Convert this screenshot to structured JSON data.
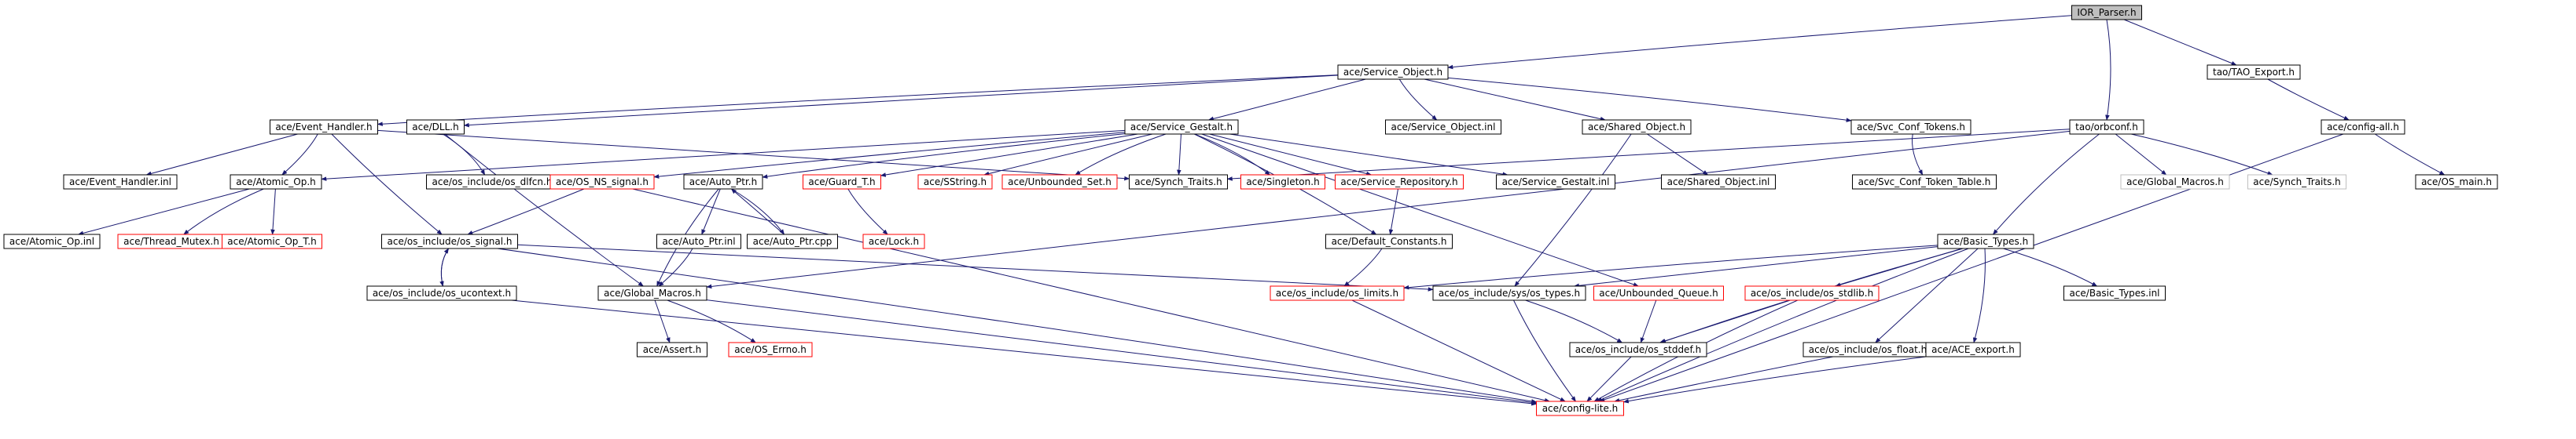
{
  "colors": {
    "edge": "#191970",
    "normal_border": "#000000",
    "missing_border": "#ff0000",
    "missing_text": "#ff0000",
    "external_border": "#bfbfbf",
    "external_text": "#808080",
    "root_fill": "#bfbfbf",
    "node_fill": "#ffffff"
  },
  "graph": {
    "nodes": [
      {
        "id": "ior_parser",
        "label": "IOR_Parser.h",
        "style": "root"
      },
      {
        "id": "service_object",
        "label": "ace/Service_Object.h",
        "style": "normal"
      },
      {
        "id": "tao_export",
        "label": "tao/TAO_Export.h",
        "style": "normal"
      },
      {
        "id": "event_handler",
        "label": "ace/Event_Handler.h",
        "style": "normal"
      },
      {
        "id": "dll",
        "label": "ace/DLL.h",
        "style": "normal"
      },
      {
        "id": "service_gestalt",
        "label": "ace/Service_Gestalt.h",
        "style": "normal"
      },
      {
        "id": "service_object_inl",
        "label": "ace/Service_Object.inl",
        "style": "normal"
      },
      {
        "id": "shared_object",
        "label": "ace/Shared_Object.h",
        "style": "normal"
      },
      {
        "id": "svc_conf_tokens",
        "label": "ace/Svc_Conf_Tokens.h",
        "style": "normal"
      },
      {
        "id": "orbconf",
        "label": "tao/orbconf.h",
        "style": "normal"
      },
      {
        "id": "config_all",
        "label": "ace/config-all.h",
        "style": "normal"
      },
      {
        "id": "event_handler_inl",
        "label": "ace/Event_Handler.inl",
        "style": "normal"
      },
      {
        "id": "atomic_op",
        "label": "ace/Atomic_Op.h",
        "style": "normal"
      },
      {
        "id": "os_dlfcn",
        "label": "ace/os_include/os_dlfcn.h",
        "style": "normal"
      },
      {
        "id": "os_ns_signal",
        "label": "ace/OS_NS_signal.h",
        "style": "missing"
      },
      {
        "id": "auto_ptr",
        "label": "ace/Auto_Ptr.h",
        "style": "normal"
      },
      {
        "id": "guard_t",
        "label": "ace/Guard_T.h",
        "style": "missing"
      },
      {
        "id": "sstring",
        "label": "ace/SString.h",
        "style": "missing"
      },
      {
        "id": "unbounded_set",
        "label": "ace/Unbounded_Set.h",
        "style": "missing"
      },
      {
        "id": "synch_traits",
        "label": "ace/Synch_Traits.h",
        "style": "normal"
      },
      {
        "id": "singleton",
        "label": "ace/Singleton.h",
        "style": "missing"
      },
      {
        "id": "service_repository",
        "label": "ace/Service_Repository.h",
        "style": "missing"
      },
      {
        "id": "service_gestalt_inl",
        "label": "ace/Service_Gestalt.inl",
        "style": "normal"
      },
      {
        "id": "shared_object_inl",
        "label": "ace/Shared_Object.inl",
        "style": "normal"
      },
      {
        "id": "svc_conf_token_table",
        "label": "ace/Svc_Conf_Token_Table.h",
        "style": "normal"
      },
      {
        "id": "global_macros_ext",
        "label": "ace/Global_Macros.h",
        "style": "external"
      },
      {
        "id": "synch_traits_ext",
        "label": "ace/Synch_Traits.h",
        "style": "external"
      },
      {
        "id": "os_main",
        "label": "ace/OS_main.h",
        "style": "normal"
      },
      {
        "id": "atomic_op_inl",
        "label": "ace/Atomic_Op.inl",
        "style": "normal"
      },
      {
        "id": "thread_mutex",
        "label": "ace/Thread_Mutex.h",
        "style": "missing"
      },
      {
        "id": "atomic_op_t",
        "label": "ace/Atomic_Op_T.h",
        "style": "missing"
      },
      {
        "id": "os_signal",
        "label": "ace/os_include/os_signal.h",
        "style": "normal"
      },
      {
        "id": "auto_ptr_inl",
        "label": "ace/Auto_Ptr.inl",
        "style": "normal"
      },
      {
        "id": "auto_ptr_cpp",
        "label": "ace/Auto_Ptr.cpp",
        "style": "normal"
      },
      {
        "id": "lock",
        "label": "ace/Lock.h",
        "style": "missing"
      },
      {
        "id": "default_constants",
        "label": "ace/Default_Constants.h",
        "style": "normal"
      },
      {
        "id": "basic_types",
        "label": "ace/Basic_Types.h",
        "style": "normal"
      },
      {
        "id": "basic_types_inl",
        "label": "ace/Basic_Types.inl",
        "style": "normal"
      },
      {
        "id": "os_ucontext",
        "label": "ace/os_include/os_ucontext.h",
        "style": "normal"
      },
      {
        "id": "global_macros",
        "label": "ace/Global_Macros.h",
        "style": "normal"
      },
      {
        "id": "os_limits",
        "label": "ace/os_include/os_limits.h",
        "style": "missing"
      },
      {
        "id": "os_types",
        "label": "ace/os_include/sys/os_types.h",
        "style": "normal"
      },
      {
        "id": "unbounded_queue",
        "label": "ace/Unbounded_Queue.h",
        "style": "missing"
      },
      {
        "id": "os_stdlib",
        "label": "ace/os_include/os_stdlib.h",
        "style": "missing"
      },
      {
        "id": "assert",
        "label": "ace/Assert.h",
        "style": "normal"
      },
      {
        "id": "os_errno",
        "label": "ace/OS_Errno.h",
        "style": "missing"
      },
      {
        "id": "os_stddef",
        "label": "ace/os_include/os_stddef.h",
        "style": "normal"
      },
      {
        "id": "os_float",
        "label": "ace/os_include/os_float.h",
        "style": "normal"
      },
      {
        "id": "ace_export",
        "label": "ace/ACE_export.h",
        "style": "normal"
      },
      {
        "id": "config_lite",
        "label": "ace/config-lite.h",
        "style": "missing"
      }
    ],
    "edges": [
      [
        "ior_parser",
        "service_object"
      ],
      [
        "ior_parser",
        "tao_export"
      ],
      [
        "ior_parser",
        "orbconf"
      ],
      [
        "service_object",
        "event_handler"
      ],
      [
        "service_object",
        "dll"
      ],
      [
        "service_object",
        "service_gestalt"
      ],
      [
        "service_object",
        "service_object_inl"
      ],
      [
        "service_object",
        "shared_object"
      ],
      [
        "service_object",
        "svc_conf_tokens"
      ],
      [
        "tao_export",
        "config_all"
      ],
      [
        "event_handler",
        "event_handler_inl"
      ],
      [
        "event_handler",
        "atomic_op"
      ],
      [
        "event_handler",
        "os_signal"
      ],
      [
        "event_handler",
        "synch_traits"
      ],
      [
        "dll",
        "os_dlfcn"
      ],
      [
        "dll",
        "global_macros"
      ],
      [
        "service_gestalt",
        "atomic_op"
      ],
      [
        "service_gestalt",
        "os_ns_signal"
      ],
      [
        "service_gestalt",
        "auto_ptr"
      ],
      [
        "service_gestalt",
        "guard_t"
      ],
      [
        "service_gestalt",
        "sstring"
      ],
      [
        "service_gestalt",
        "unbounded_set"
      ],
      [
        "service_gestalt",
        "synch_traits"
      ],
      [
        "service_gestalt",
        "singleton"
      ],
      [
        "service_gestalt",
        "service_repository"
      ],
      [
        "service_gestalt",
        "service_gestalt_inl"
      ],
      [
        "service_gestalt",
        "default_constants"
      ],
      [
        "service_gestalt",
        "unbounded_queue"
      ],
      [
        "shared_object",
        "shared_object_inl"
      ],
      [
        "shared_object",
        "os_types"
      ],
      [
        "svc_conf_tokens",
        "svc_conf_token_table"
      ],
      [
        "orbconf",
        "global_macros_ext"
      ],
      [
        "orbconf",
        "synch_traits_ext"
      ],
      [
        "orbconf",
        "basic_types"
      ],
      [
        "orbconf",
        "synch_traits"
      ],
      [
        "orbconf",
        "global_macros"
      ],
      [
        "config_all",
        "os_main"
      ],
      [
        "config_all",
        "config_lite"
      ],
      [
        "atomic_op",
        "atomic_op_inl"
      ],
      [
        "atomic_op",
        "thread_mutex"
      ],
      [
        "atomic_op",
        "atomic_op_t"
      ],
      [
        "os_ns_signal",
        "os_signal"
      ],
      [
        "os_ns_signal",
        "config_lite"
      ],
      [
        "auto_ptr",
        "auto_ptr_inl"
      ],
      [
        "auto_ptr",
        "auto_ptr_cpp"
      ],
      [
        "auto_ptr",
        "global_macros"
      ],
      [
        "auto_ptr_cpp",
        "auto_ptr"
      ],
      [
        "auto_ptr_inl",
        "global_macros"
      ],
      [
        "guard_t",
        "lock"
      ],
      [
        "service_repository",
        "default_constants"
      ],
      [
        "default_constants",
        "os_limits"
      ],
      [
        "os_signal",
        "os_ucontext"
      ],
      [
        "os_signal",
        "os_types"
      ],
      [
        "os_signal",
        "config_lite"
      ],
      [
        "os_ucontext",
        "os_signal"
      ],
      [
        "os_ucontext",
        "config_lite"
      ],
      [
        "basic_types",
        "basic_types_inl"
      ],
      [
        "basic_types",
        "os_limits"
      ],
      [
        "basic_types",
        "os_types"
      ],
      [
        "basic_types",
        "os_stdlib"
      ],
      [
        "basic_types",
        "os_stddef"
      ],
      [
        "basic_types",
        "os_float"
      ],
      [
        "basic_types",
        "ace_export"
      ],
      [
        "basic_types",
        "config_lite"
      ],
      [
        "global_macros",
        "assert"
      ],
      [
        "global_macros",
        "os_errno"
      ],
      [
        "global_macros",
        "config_lite"
      ],
      [
        "os_limits",
        "config_lite"
      ],
      [
        "os_types",
        "os_stddef"
      ],
      [
        "os_types",
        "config_lite"
      ],
      [
        "unbounded_queue",
        "os_stddef"
      ],
      [
        "os_stdlib",
        "os_stddef"
      ],
      [
        "os_stdlib",
        "config_lite"
      ],
      [
        "os_stddef",
        "config_lite"
      ],
      [
        "os_float",
        "config_lite"
      ],
      [
        "ace_export",
        "config_lite"
      ]
    ]
  }
}
